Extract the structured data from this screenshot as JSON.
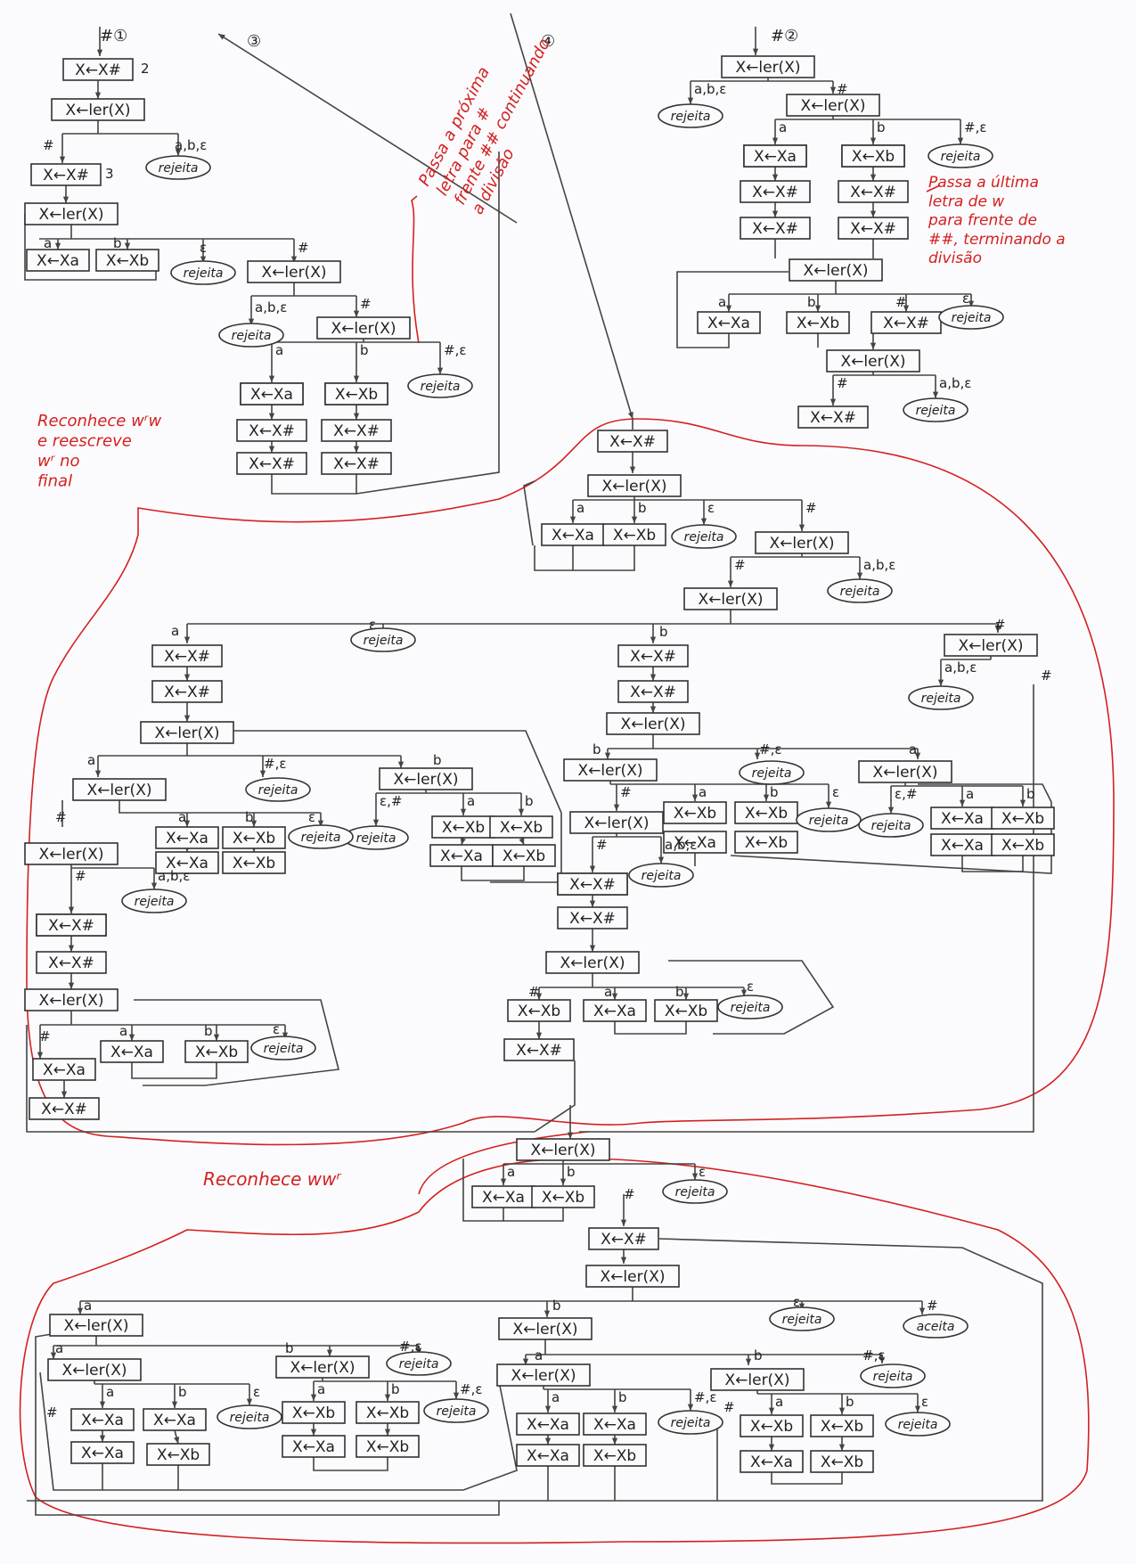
{
  "entries": {
    "one": "#①",
    "two": "#②",
    "three": "③",
    "four": "④"
  },
  "ops": {
    "write_hash": "X←X#",
    "read": "X←ler(X)",
    "write_a": "X←Xa",
    "write_b": "X←Xb"
  },
  "outcomes": {
    "reject": "rejeita",
    "accept": "aceita"
  },
  "labels": {
    "a": "a",
    "b": "b",
    "hash": "#",
    "eps": "ε",
    "abe": "a,b,ε",
    "he": "#,ε",
    "eh": "ε,#",
    "n2": "2",
    "n3": "3"
  },
  "notes": {
    "next_letter": "Passa a próxima letra para # frente ## continuando a divisão",
    "last_letter": "Passa a última letra de w para frente de ##, terminando a divisão",
    "recognizes_wrw": "Reconhece wʳw e reescreve wʳ no final",
    "recognizes_wwr": "Reconhece wwʳ"
  },
  "colors": {
    "ink": "#333333",
    "annotation": "#d42020",
    "paper": "#fbfbfd"
  }
}
